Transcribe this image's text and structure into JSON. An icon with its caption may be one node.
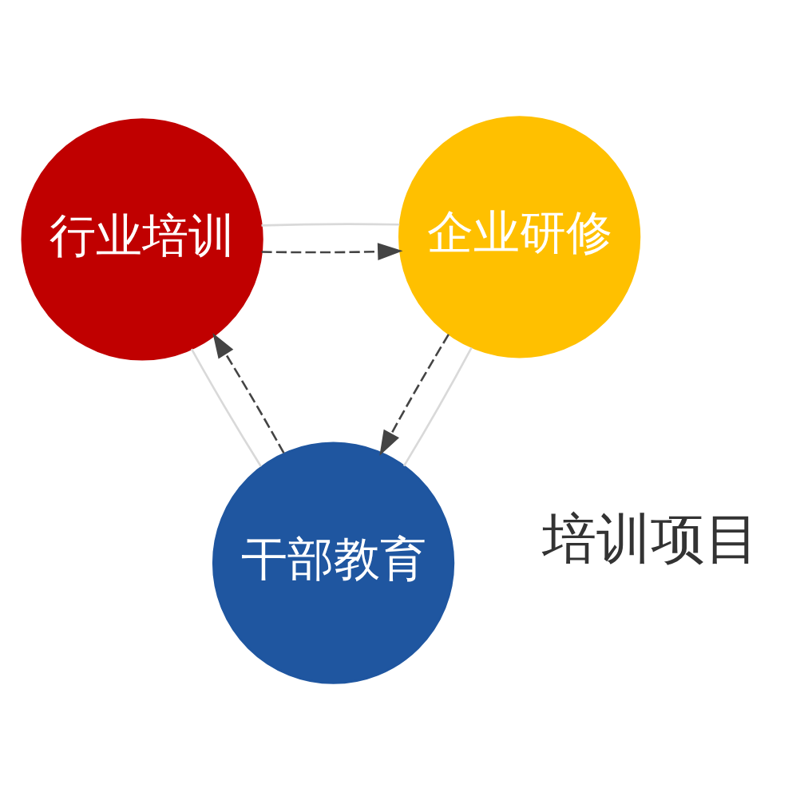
{
  "diagram": {
    "nodes": [
      {
        "text": [
          "行业培训"
        ]
      },
      {
        "text": [
          "企业研修"
        ]
      },
      {
        "text": [
          "干部教育"
        ]
      }
    ],
    "edges": [
      {
        "from": 0,
        "to": 1,
        "arrow": "none",
        "color": "#d9d9d9"
      },
      {
        "from": 1,
        "to": 2,
        "arrow": "none",
        "color": "#d9d9d9"
      },
      {
        "from": 2,
        "to": 0,
        "arrow": "none",
        "color": "#d9d9d9"
      },
      {
        "from": 0,
        "to": 1,
        "arrow": "to",
        "style": "dashed",
        "color": "#444444"
      },
      {
        "from": 1,
        "to": 2,
        "arrow": "to",
        "style": "dashed",
        "color": "#444444"
      },
      {
        "from": 2,
        "to": 0,
        "arrow": "to",
        "style": "dashed",
        "color": "#444444"
      }
    ],
    "labels": [
      "培训项目"
    ]
  }
}
